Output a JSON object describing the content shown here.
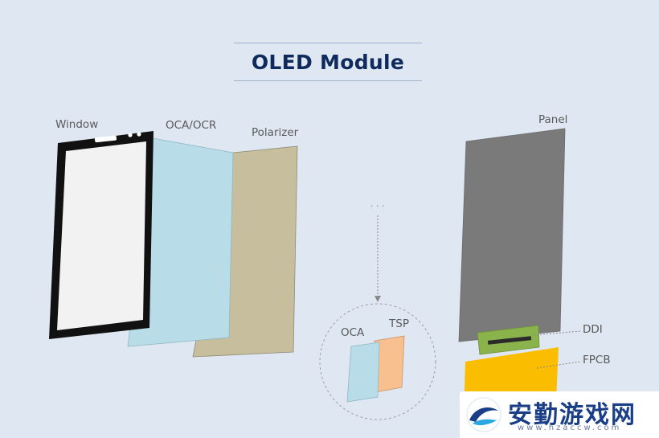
{
  "title": "OLED Module",
  "labels": {
    "window": "Window",
    "oca_ocr": "OCA/OCR",
    "polarizer": "Polarizer",
    "panel": "Panel",
    "ddi": "DDI",
    "fpcb": "FPCB",
    "oca": "OCA",
    "tsp": "TSP",
    "ellipsis": "· · ·"
  },
  "colors": {
    "background": "#dfe7f2",
    "title": "#0f2a5c",
    "window_frame": "#111111",
    "window_screen": "#f2f2f2",
    "oca_ocr": "#b8dde8",
    "polarizer": "#c6be9c",
    "panel": "#7a7a7a",
    "ddi_board": "#8bb34c",
    "fpcb": "#fbbd00",
    "tsp": "#f8c08e",
    "oca_small": "#b8dde8"
  },
  "watermark": {
    "cn_text": "安勤游戏网",
    "url": "www.hzaccw.com"
  }
}
